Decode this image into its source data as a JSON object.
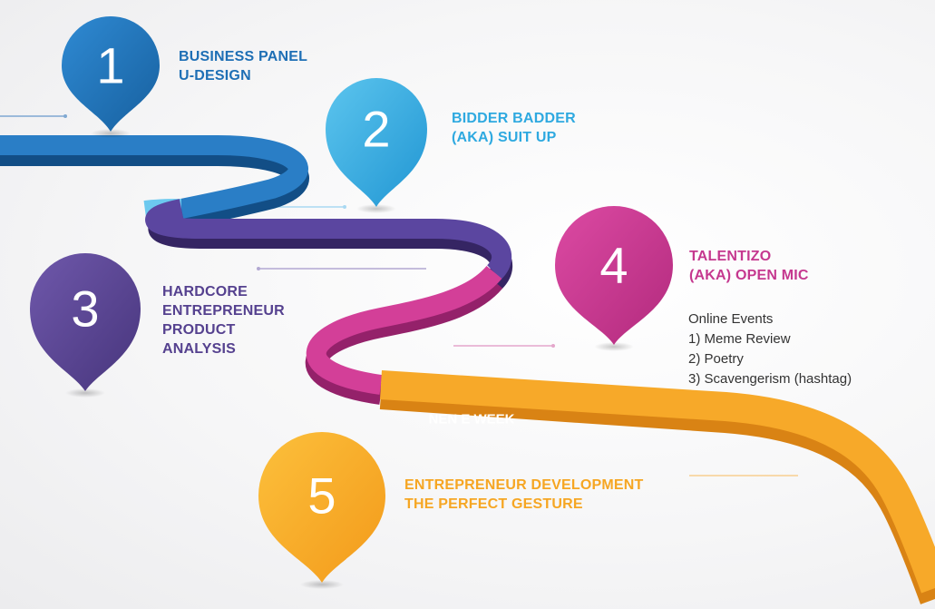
{
  "colors": {
    "step1": "#1e6fb5",
    "step2": "#2ea9e0",
    "step3": "#55418f",
    "step4": "#c5388f",
    "step5": "#f6a623"
  },
  "steps": [
    {
      "number": "1",
      "title_lines": [
        "BUSINESS PANEL",
        "U-DESIGN"
      ]
    },
    {
      "number": "2",
      "title_lines": [
        "BIDDER BADDER",
        "(AKA) SUIT UP"
      ]
    },
    {
      "number": "3",
      "title_lines": [
        "HARDCORE",
        "ENTREPRENEUR",
        "PRODUCT",
        "ANALYSIS"
      ]
    },
    {
      "number": "4",
      "title_lines": [
        "TALENTIZO",
        "(AKA) OPEN MIC"
      ]
    },
    {
      "number": "5",
      "title_lines": [
        "ENTREPRENEUR DEVELOPMENT",
        "THE PERFECT GESTURE"
      ]
    }
  ],
  "online_events": {
    "heading": "Online Events",
    "items": [
      "1) Meme Review",
      "2) Poetry",
      "3) Scavengerism (hashtag)"
    ]
  },
  "road_label": "NEN E WEEK"
}
